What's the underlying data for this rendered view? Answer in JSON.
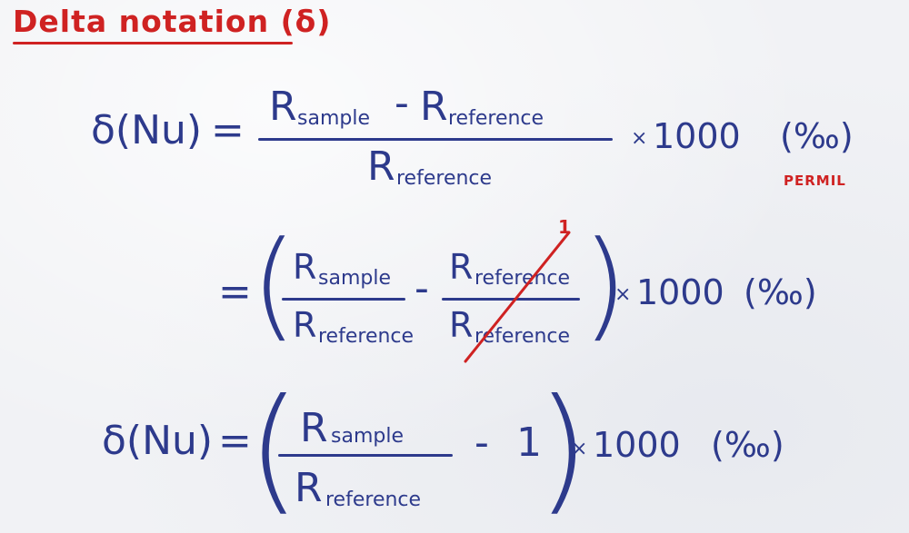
{
  "title": "Delta notation (δ)",
  "eq1": {
    "lhs": "δ(Nu)",
    "equals": "=",
    "num_R": "R",
    "num_sub1": "sample",
    "minus": "-",
    "num_R2": "R",
    "num_sub2": "reference",
    "den_R": "R",
    "den_sub": "reference",
    "times": "×",
    "factor": "1000",
    "unit": "(‰)",
    "unit_label": "PERMIL"
  },
  "eq2": {
    "equals": "=",
    "f1_num_R": "R",
    "f1_num_sub": "sample",
    "f1_den_R": "R",
    "f1_den_sub": "reference",
    "minus": "-",
    "f2_num_R": "R",
    "f2_num_sub": "reference",
    "f2_den_R": "R",
    "f2_den_sub": "reference",
    "cancel_result": "1",
    "times": "×",
    "factor": "1000",
    "unit": "(‰)"
  },
  "eq3": {
    "lhs": "δ(Nu)",
    "equals": "=",
    "num_R": "R",
    "num_sub": "sample",
    "den_R": "R",
    "den_sub": "reference",
    "minus": "-",
    "one": "1",
    "times": "×",
    "factor": "1000",
    "unit": "(‰)"
  },
  "colors": {
    "ink": "#2d3a8c",
    "accent": "#cf2222",
    "background": "#f1f2f5"
  }
}
